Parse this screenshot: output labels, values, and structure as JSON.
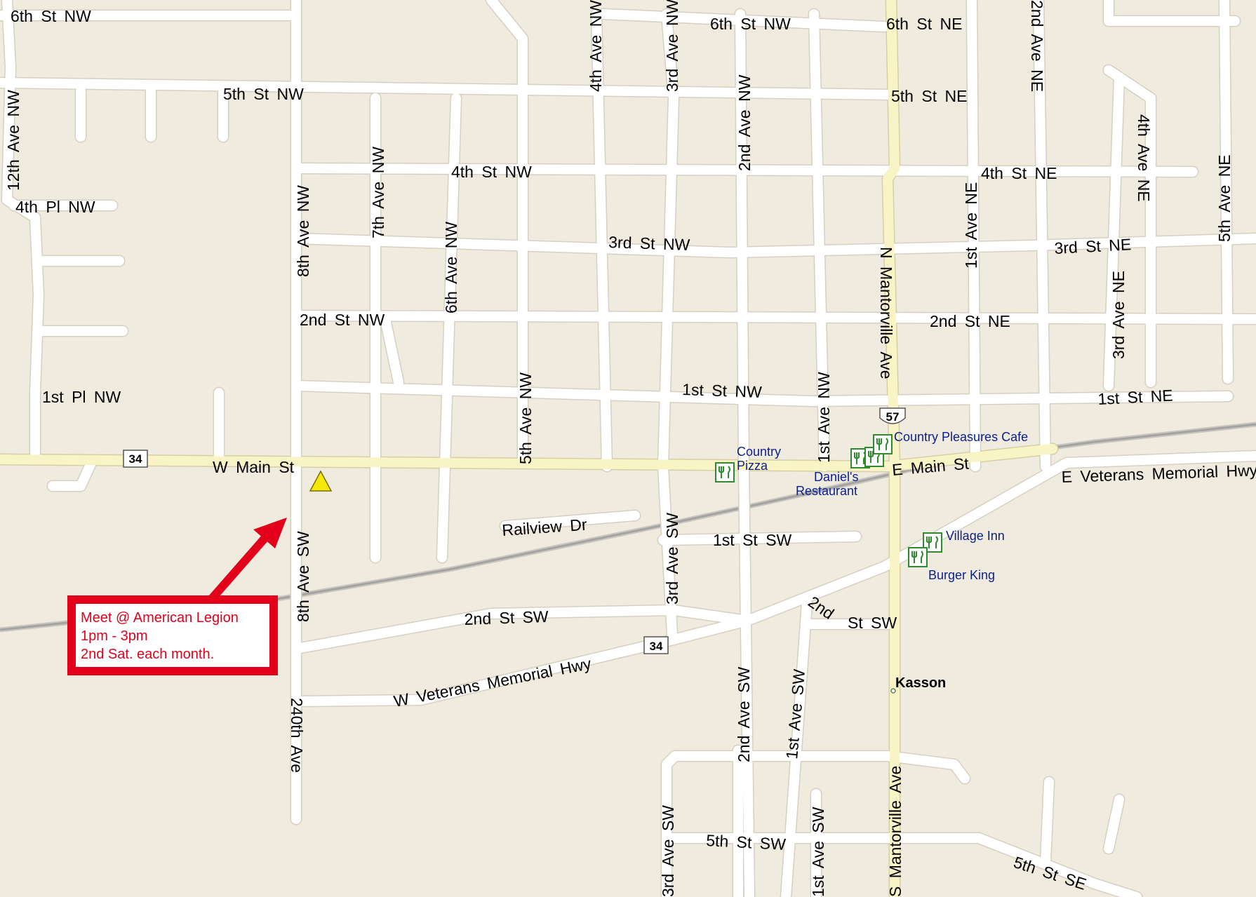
{
  "streets": {
    "st6_nw_w": "6th St NW",
    "st6_nw": "6th St NW",
    "st6_ne": "6th St NE",
    "st5_nw": "5th St NW",
    "st5_ne": "5th St NE",
    "st4_nw": "4th St NW",
    "st4_ne": "4th St NE",
    "pl4_nw": "4th Pl NW",
    "st3_nw": "3rd St NW",
    "st3_ne": "3rd St NE",
    "st2_nw": "2nd St NW",
    "st2_ne": "2nd St NE",
    "pl1_nw": "1st Pl NW",
    "st1_nw": "1st St NW",
    "st1_ne": "1st St NE",
    "w_main": "W Main St",
    "e_main": "E Main St",
    "e_vet": "E Veterans Memorial Hwy",
    "w_vet": "W Veterans Memorial Hwy",
    "railview": "Railview Dr",
    "st1_sw": "1st St SW",
    "st2_sw_w": "2nd St SW",
    "st2_sw_e1": "2nd",
    "st2_sw_e2": "St SW",
    "st5_sw": "5th St SW",
    "st5_se": "5th St SE",
    "av12_nw": "12th Ave NW",
    "av8_nw": "8th Ave NW",
    "av8_sw": "8th Ave SW",
    "av240": "240th Ave",
    "av7_nw": "7th Ave NW",
    "av6_nw": "6th Ave NW",
    "av5_nw": "5th Ave NW",
    "av4_nw": "4th Ave NW",
    "av3_nw": "3rd Ave NW",
    "av2_nw": "2nd Ave NW",
    "av1_nw": "1st Ave NW",
    "n_mant": "N Mantorville Ave",
    "s_mant": "S Mantorville Ave",
    "av1_ne": "1st Ave NE",
    "av2_ne": "2nd Ave NE",
    "av3_ne": "3rd Ave NE",
    "av4_ne": "4th Ave NE",
    "av5_ne": "5th Ave NE",
    "av3_sw": "3rd Ave SW",
    "av3_sw_s": "3rd Ave SW",
    "av2_sw": "2nd Ave SW",
    "av1_sw": "1st Ave SW",
    "av1_sw_s": "1st Ave SW"
  },
  "shields": {
    "hwy34_west": "34",
    "hwy34_south": "34",
    "hwy57": "57"
  },
  "pois": {
    "country_pizza_1": "Country",
    "country_pizza_2": "Pizza",
    "daniels_1": "Daniel's",
    "daniels_2": "Restaurant",
    "country_pleasures": "Country Pleasures Cafe",
    "village_inn": "Village Inn",
    "burger_king": "Burger King"
  },
  "town": "Kasson",
  "callout": {
    "line1": "Meet @ American Legion",
    "line2": "1pm - 3pm",
    "line3": "2nd Sat. each month."
  },
  "colors": {
    "background": "#f0ebdf",
    "road": "#ffffff",
    "highway": "#f8f4c6",
    "poi_text": "#0c1f8a",
    "poi_icon": "#2e8b2e",
    "callout_red": "#e3001b",
    "marker_yellow": "#f5e90a"
  },
  "icons": {
    "restaurant": "fork-knife-icon",
    "marker": "triangle-marker-icon"
  }
}
